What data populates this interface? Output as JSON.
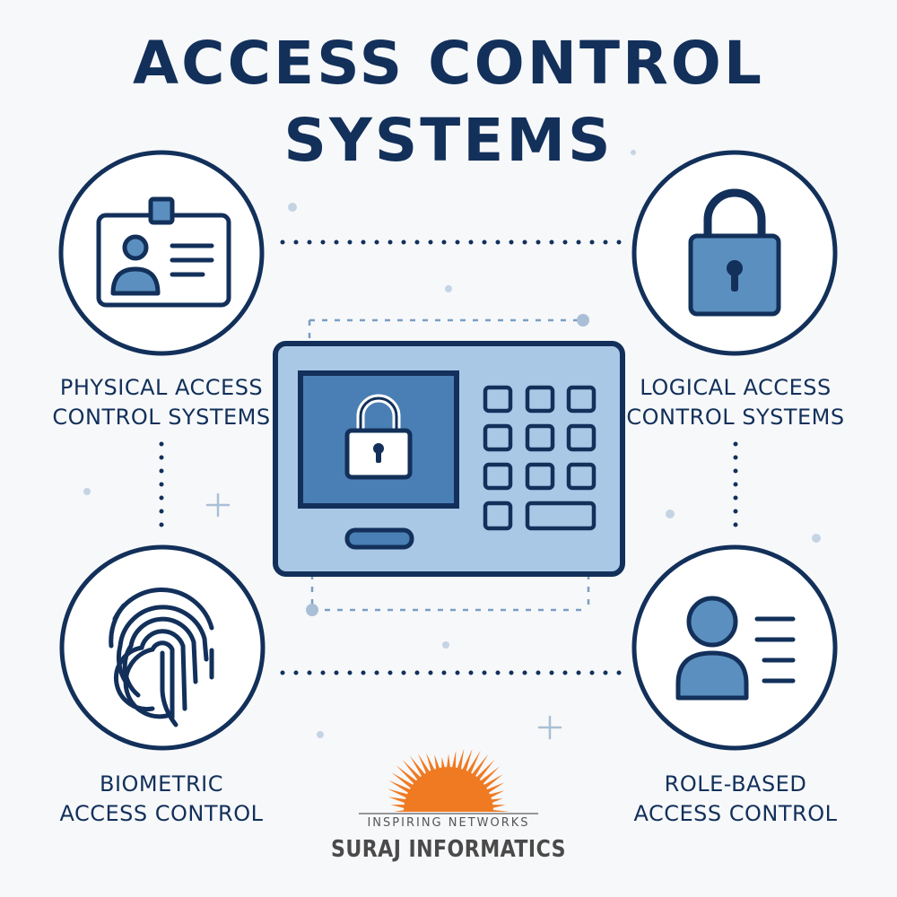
{
  "title": {
    "line1": "ACCESS CONTROL",
    "line2": "SYSTEMS"
  },
  "nodes": [
    {
      "id": "physical",
      "lines": [
        "PHYSICAL ACCESS",
        "CONTROL SYSTEMS"
      ],
      "icon": "id-badge-icon"
    },
    {
      "id": "logical",
      "lines": [
        "LOGICAL ACCESS",
        "CONTROL SYSTEMS"
      ],
      "icon": "padlock-icon"
    },
    {
      "id": "biometric",
      "lines": [
        "BIOMETRIC",
        "ACCESS CONTROL"
      ],
      "icon": "fingerprint-icon"
    },
    {
      "id": "role",
      "lines": [
        "ROLE-BASED",
        "ACCESS CONTROL"
      ],
      "icon": "user-profile-icon"
    }
  ],
  "center": {
    "icon": "access-keypad-terminal-icon"
  },
  "logo": {
    "tagline": "INSPIRING NETWORKS",
    "company": "SURAJ INFORMATICS",
    "icon": "sunburst-logo-icon"
  },
  "colors": {
    "navy": "#12305a",
    "light_blue": "#a9c8e6",
    "mid_blue": "#5b8fc0",
    "accent_blue": "#4a7fb5",
    "logo_orange": "#f07a22"
  }
}
